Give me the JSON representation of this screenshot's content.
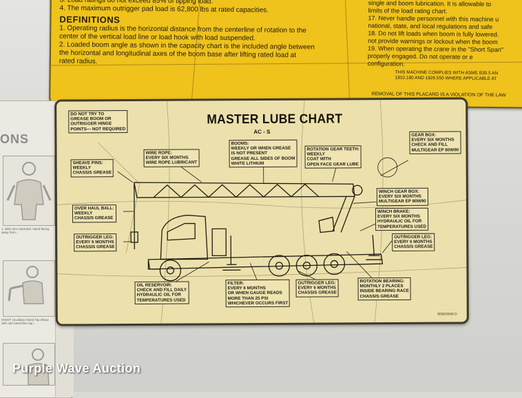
{
  "top_placard": {
    "left_lines": [
      "3.  Load ratings do not exceed 85% of tipping load.",
      "4.  The maximum outrigger pad load is 62,800 lbs at rated capacities."
    ],
    "definitions_heading": "DEFINITIONS",
    "definition_lines": [
      "1.  Operating radius is the horizontal distance from the centerline of rotation to the",
      "     center of the vertical load line or load hook with load suspended.",
      "2.  Loaded boom angle as shown in the capacity chart is the included angle between",
      "     the horizontal and longitudinal axes of the boom base after lifting rated load at",
      "     rated radius."
    ],
    "right_lines": [
      "single and boom lubrication. It is allowable to",
      "limits of the load rating chart.",
      "17. Never handle personnel with this machine u",
      "national, state, and local regulations and safe",
      "18. Do not lift loads when boom is fully lowered.",
      "not provide warnings or lockout when the boom",
      "19. When operating the crane in the \"Short Span\"",
      "properly engaged.          Do not operate or e",
      "configuration."
    ],
    "compliance_lines": [
      "THIS MACHINE COMPLIES WITH ASME B30.5 AN",
      "1910.180 AND 1926.550 WHERE APPLICABLE AT"
    ],
    "removal_note": "REMOVAL OF THIS PLACARD IS A VIOLATION OF THE LAW"
  },
  "side_placard": {
    "title": "ONS",
    "text_1": "1. With arm extended, stand facing away from...",
    "text_2": "HOIST: (Auxiliary Hoist) Tap elbow with one hand then tap...",
    "colors": {
      "paper": "#ebe9e2",
      "figure": "#9a9a9a"
    }
  },
  "lube_chart": {
    "title": "MASTER LUBE CHART",
    "subtitle": "AC - S",
    "part_number": "9000/3640 D",
    "labels": {
      "do_not_try": [
        "DO NOT TRY TO",
        "GREASE BOOM OR",
        "OUTRIGGER HINGE",
        "POINTS— NOT REQUIRED"
      ],
      "wire_rope": [
        "WIRE ROPE:",
        "EVERY SIX MONTHS",
        "WIRE ROPE LUBRICANT"
      ],
      "booms": [
        "BOOMS:",
        "WEEKLY OR WHEN GREASE",
        "IS NOT PRESENT",
        "GREASE ALL SIDES OF BOOM",
        "WHITE LITHIUM"
      ],
      "rotation_gear_teeth": [
        "ROTATION GEAR TEETH:",
        "WEEKLY",
        "COAT WITH",
        "OPEN FACE GEAR LUBE"
      ],
      "gear_box": [
        "GEAR BOX:",
        "EVERY SIX MONTHS",
        "CHECK AND FILL",
        "MULTIGEAR EP 80W90"
      ],
      "sheave_pins": [
        "SHEAVE PINS:",
        "WEEKLY",
        "CHASSIS GREASE"
      ],
      "winch_gear_box": [
        "WINCH GEAR BOX:",
        "EVERY SIX MONTHS",
        "MULTIGEAR EP 80W90"
      ],
      "winch_brake": [
        "WINCH BRAKE:",
        "EVERY SIX MONTHS",
        "HYDRAULIC OIL FOR",
        "TEMPERATURES USED"
      ],
      "over_haul_ball": [
        "OVER HAUL BALL:",
        "WEEKLY",
        "CHASSIS GREASE"
      ],
      "outrigger_leg_left": [
        "OUTRIGGER LEG:",
        "EVERY 6 MONTHS",
        "CHASSIS GREASE"
      ],
      "outrigger_leg_right": [
        "OUTRIGGER LEG:",
        "EVERY 6 MONTHS",
        "CHASSIS GREASE"
      ],
      "oil_reservoir": [
        "OIL RESERVOIR:",
        "CHECK AND FILL DAILY",
        "HYDRAULIC OIL FOR",
        "TEMPERATURES USED"
      ],
      "filter": [
        "FILTER:",
        "EVERY 6 MONTHS",
        "OR WHEN GAUGE READS",
        "MORE THAN 25 PSI",
        "WHICHEVER OCCURS FIRST"
      ],
      "outrigger_leg_bottom": [
        "OUTRIGGER LEG:",
        "EVERY 6 MONTHS",
        "CHASSIS GREASE"
      ],
      "rotation_bearing": [
        "ROTATION BEARING:",
        "MONTHLY  2 PLACES",
        "INSIDE BEARING RACE",
        "CHASSIS GREASE"
      ]
    },
    "colors": {
      "paper": "#ece0ac",
      "border": "#3e3a2b",
      "ink": "#1e1c14"
    }
  },
  "colors": {
    "top_placard": "#efc21c",
    "wall": "#d9d9d6"
  },
  "watermark": "Purple Wave Auction"
}
